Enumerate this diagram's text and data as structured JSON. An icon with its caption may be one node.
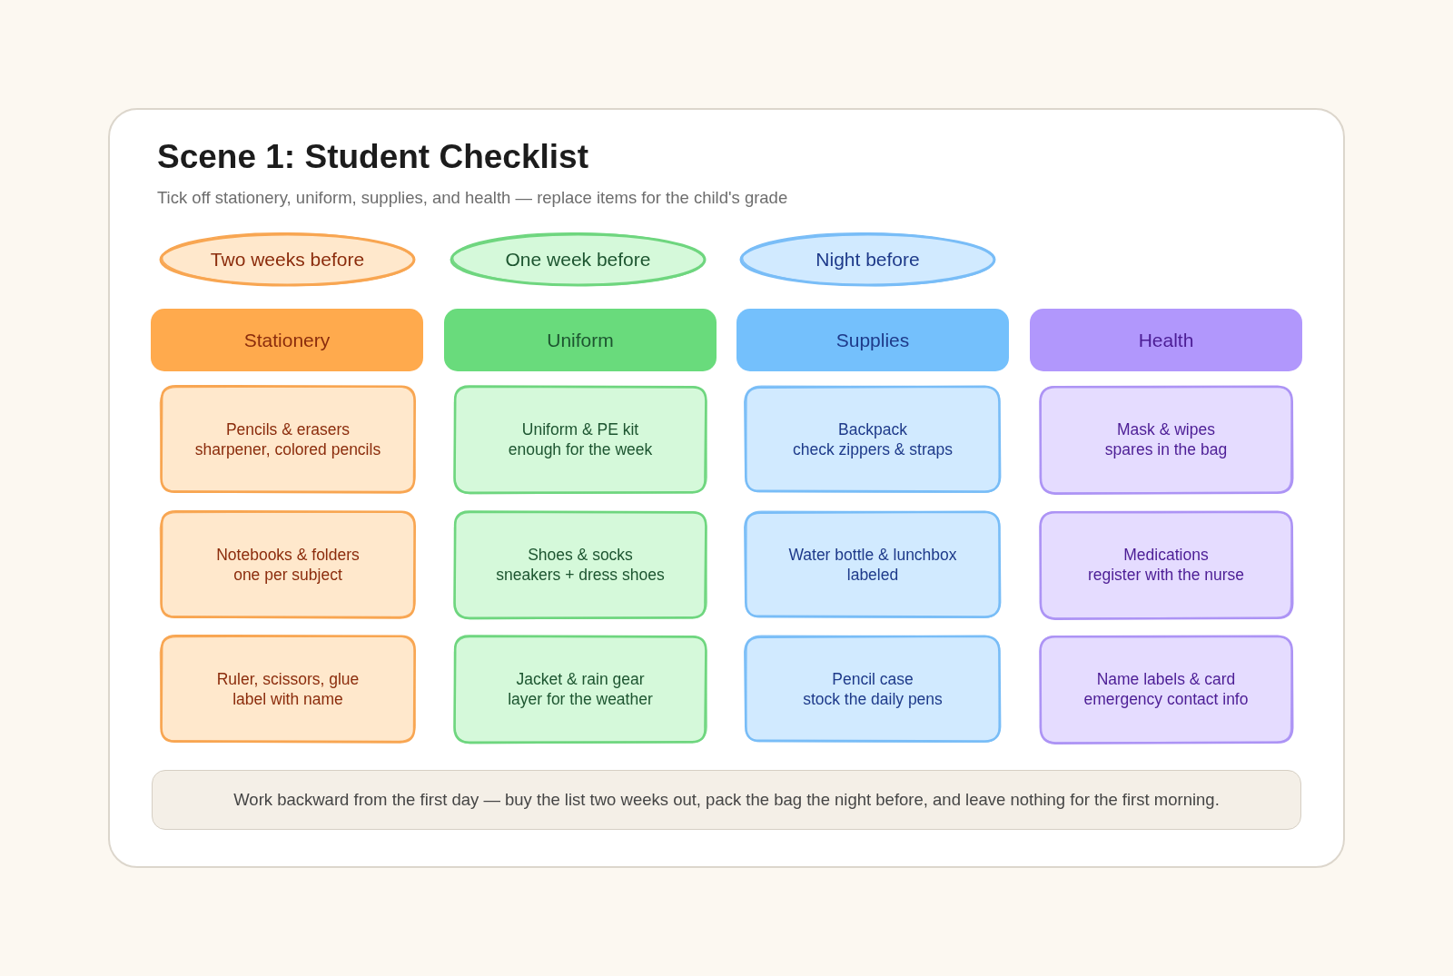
{
  "diagram": {
    "title": "Scene 1: Student Checklist",
    "nodes": [
      {
        "text": [
          "Two weeks before"
        ]
      },
      {
        "text": [
          "One week before"
        ]
      },
      {
        "text": [
          "Night before"
        ]
      },
      {
        "text": [
          "Stationery"
        ]
      },
      {
        "text": [
          "Uniform"
        ]
      },
      {
        "text": [
          "Supplies"
        ]
      },
      {
        "text": [
          "Health"
        ]
      },
      {
        "text": [
          "Pencils & erasers",
          "sharpener, colored pencils"
        ]
      },
      {
        "text": [
          "Uniform & PE kit",
          "enough for the week"
        ]
      },
      {
        "text": [
          "Backpack",
          "check zippers & straps"
        ]
      },
      {
        "text": [
          "Mask & wipes",
          "spares in the bag"
        ]
      },
      {
        "text": [
          "Notebooks & folders",
          "one per subject"
        ]
      },
      {
        "text": [
          "Shoes & socks",
          "sneakers + dress shoes"
        ]
      },
      {
        "text": [
          "Water bottle & lunchbox",
          "labeled"
        ]
      },
      {
        "text": [
          "Medications",
          "register with the nurse"
        ]
      },
      {
        "text": [
          "Ruler, scissors, glue",
          "label with name"
        ]
      },
      {
        "text": [
          "Jacket & rain gear",
          "layer for the weather"
        ]
      },
      {
        "text": [
          "Pencil case",
          "stock the daily pens"
        ]
      },
      {
        "text": [
          "Name labels & card",
          "emergency contact info"
        ]
      },
      {
        "text": [
          "Work backward from the first day — buy the list two weeks out, pack the bag the night before, and leave nothing for the first morning."
        ]
      }
    ],
    "edges": [],
    "labels": [
      "Tick off stationery, uniform, supplies, and health — replace items for the child's grade"
    ]
  }
}
